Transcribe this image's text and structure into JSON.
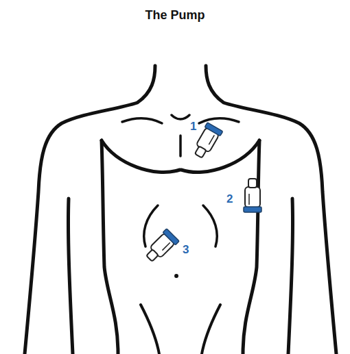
{
  "diagram": {
    "title": "The Pump",
    "labels": [
      "1",
      "2",
      "3"
    ]
  }
}
